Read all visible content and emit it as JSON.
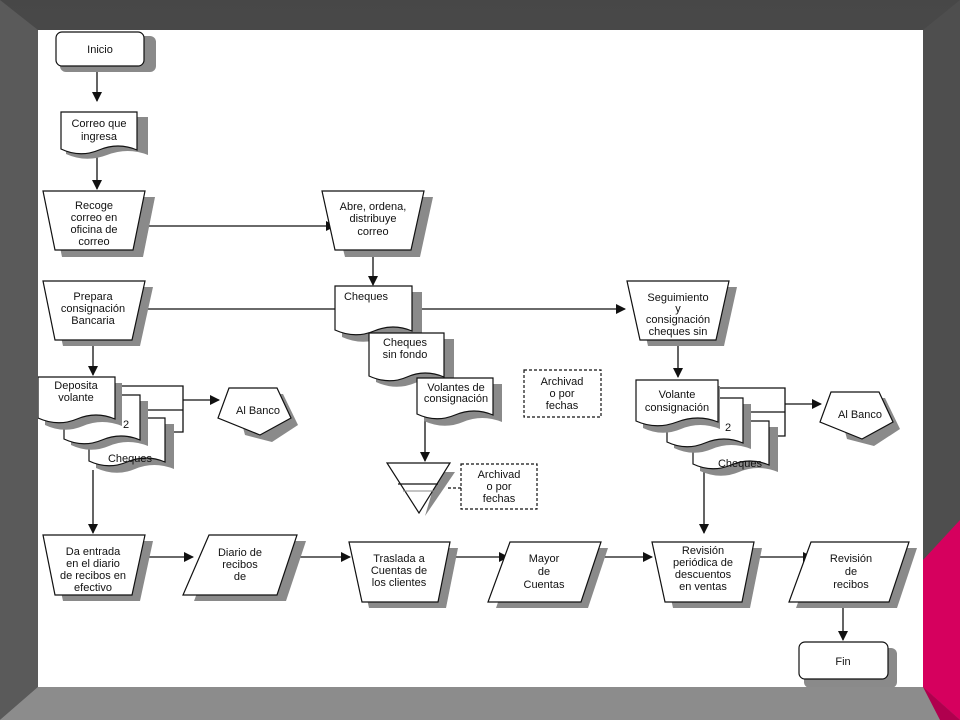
{
  "slide": {
    "colors": {
      "background_top": "#474747",
      "background_bottom": "#8a8a8a",
      "accent": "#d6005e",
      "canvas": "#ffffff",
      "shadow": "#8a8a8a"
    }
  },
  "diagram": {
    "title": "",
    "nodes": {
      "inicio": [
        "Inicio"
      ],
      "correo_ingresa": [
        "Correo que",
        "ingresa"
      ],
      "recoge_correo": [
        "Recoge",
        "correo en",
        "oficina de",
        "correo"
      ],
      "abre_ordena": [
        "Abre, ordena,",
        "distribuye",
        "correo"
      ],
      "cheques": [
        "Cheques"
      ],
      "cheques_sin_fondo": [
        "Cheques",
        "sin fondo"
      ],
      "volantes_consignacion": [
        "Volantes de",
        "consignación"
      ],
      "prepara_consignacion": [
        "Prepara",
        "consignación",
        "Bancaria"
      ],
      "deposita_volante": [
        "Deposita",
        "volante"
      ],
      "deposita_copy_2": [
        "2"
      ],
      "deposita_cheques": [
        "Cheques"
      ],
      "al_banco_left": [
        "Al Banco"
      ],
      "archivo_triangle": [],
      "archivado_right": [
        "Archivad",
        "o por",
        "fechas"
      ],
      "archivado_top": [
        "Archivad",
        "o por",
        "fechas"
      ],
      "seguimiento": [
        "Seguimiento",
        "y",
        "consignación",
        "cheques sin"
      ],
      "volante_consignacion": [
        "Volante",
        "consignación"
      ],
      "volante_copy_2": [
        "2"
      ],
      "volante_cheques": [
        "Cheques"
      ],
      "al_banco_right": [
        "Al Banco"
      ],
      "da_entrada": [
        "Da entrada",
        "en el diario",
        "de recibos en",
        "efectivo"
      ],
      "diario_recibos": [
        "Diario de",
        "recibos",
        "de"
      ],
      "traslada_cuentas": [
        "Traslada a",
        "Cuentas de",
        "los clientes"
      ],
      "mayor_cuentas": [
        "Mayor",
        "de",
        "Cuentas"
      ],
      "revision_periodica": [
        "Revisión",
        "periódica de",
        "descuentos",
        "en ventas"
      ],
      "revision_recibos": [
        "Revisión",
        "de",
        "recibos"
      ],
      "fin": [
        "Fin"
      ]
    },
    "edges": [
      [
        "inicio",
        "correo_ingresa"
      ],
      [
        "correo_ingresa",
        "recoge_correo"
      ],
      [
        "recoge_correo",
        "abre_ordena"
      ],
      [
        "abre_ordena",
        "cheques"
      ],
      [
        "cheques",
        "prepara_consignacion"
      ],
      [
        "cheques",
        "seguimiento"
      ],
      [
        "prepara_consignacion",
        "deposita_volante"
      ],
      [
        "deposita_volante",
        "al_banco_left"
      ],
      [
        "deposita_volante",
        "da_entrada"
      ],
      [
        "volantes_consignacion",
        "archivo_triangle"
      ],
      [
        "seguimiento",
        "volante_consignacion"
      ],
      [
        "volante_consignacion",
        "al_banco_right"
      ],
      [
        "volante_consignacion",
        "revision_periodica"
      ],
      [
        "da_entrada",
        "diario_recibos"
      ],
      [
        "diario_recibos",
        "traslada_cuentas"
      ],
      [
        "traslada_cuentas",
        "mayor_cuentas"
      ],
      [
        "mayor_cuentas",
        "revision_periodica"
      ],
      [
        "revision_periodica",
        "revision_recibos"
      ],
      [
        "revision_recibos",
        "fin"
      ]
    ]
  }
}
